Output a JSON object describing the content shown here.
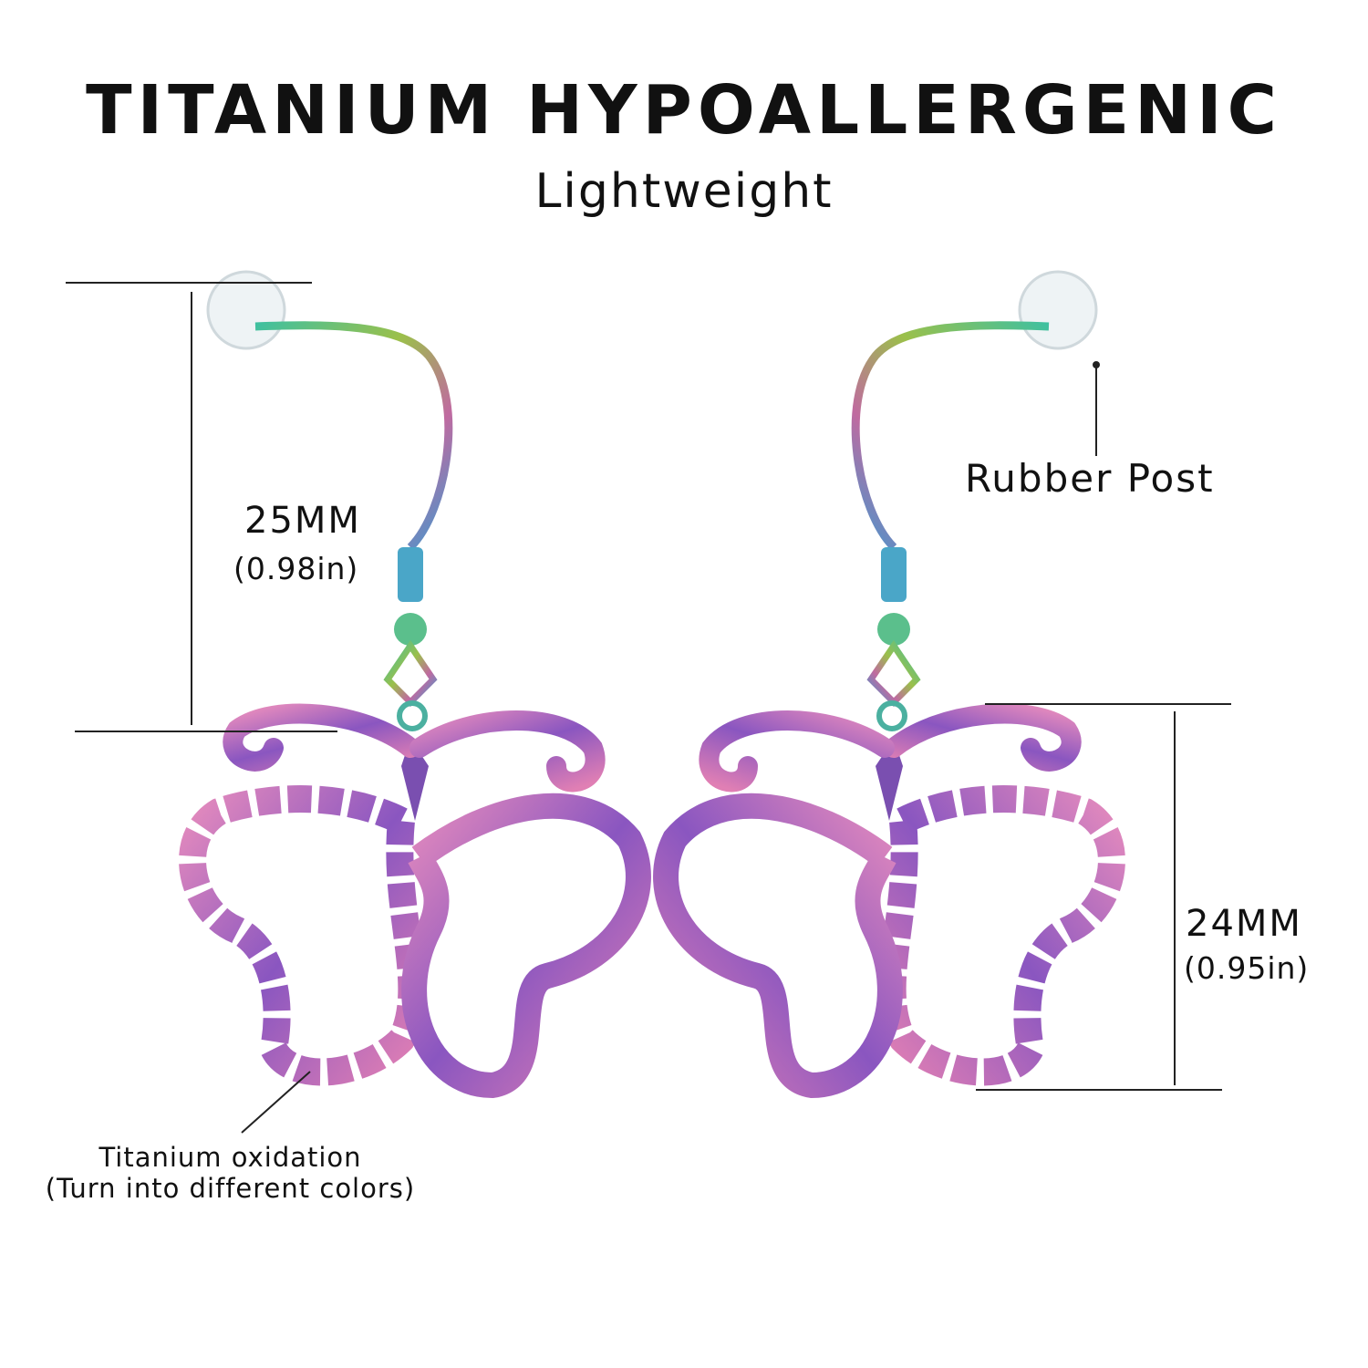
{
  "header": {
    "title": "TITANIUM HYPOALLERGENIC",
    "subtitle": "Lightweight"
  },
  "annotations": {
    "hook_length": {
      "mm": "25MM",
      "inch": "(0.98in)"
    },
    "pendant_height": {
      "mm": "24MM",
      "inch": "(0.95in)"
    },
    "rubber_post": "Rubber Post",
    "oxidation": {
      "line1": "Titanium oxidation",
      "line2": "(Turn into different colors)"
    }
  },
  "colors": {
    "pink": "#e07fb4",
    "purple": "#7a4fb0",
    "hook_green": "#3fb59a",
    "text": "#111111"
  }
}
